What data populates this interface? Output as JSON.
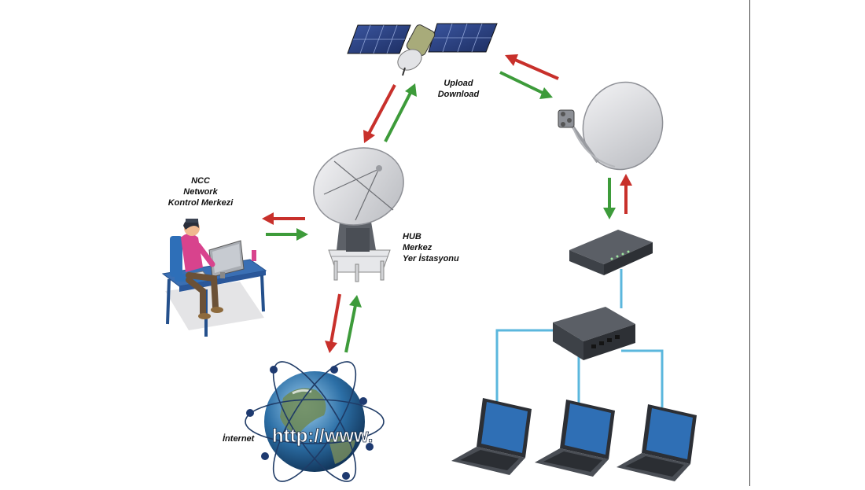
{
  "labels": {
    "ncc": [
      "NCC",
      "Network",
      "Kontrol Merkezi"
    ],
    "hub": [
      "HUB",
      "Merkez",
      "Yer İstasyonu"
    ],
    "link": [
      "Upload",
      "Download"
    ],
    "internet": "İnternet",
    "globe_text": "http://www."
  },
  "colors": {
    "upload_arrow": "#3d9b3a",
    "download_arrow": "#c8302b",
    "lan_cable": "#5bb7dd",
    "solar_panel": "#2a3f7a",
    "dish": "#dcdde0",
    "device": "#3d4147",
    "laptop_screen": "#2f6fb5"
  },
  "icons": [
    "satellite-icon",
    "hub-antenna-icon",
    "vsat-dish-icon",
    "operator-desk-icon",
    "globe-icon",
    "modem-icon",
    "switch-icon",
    "laptop-icon"
  ]
}
